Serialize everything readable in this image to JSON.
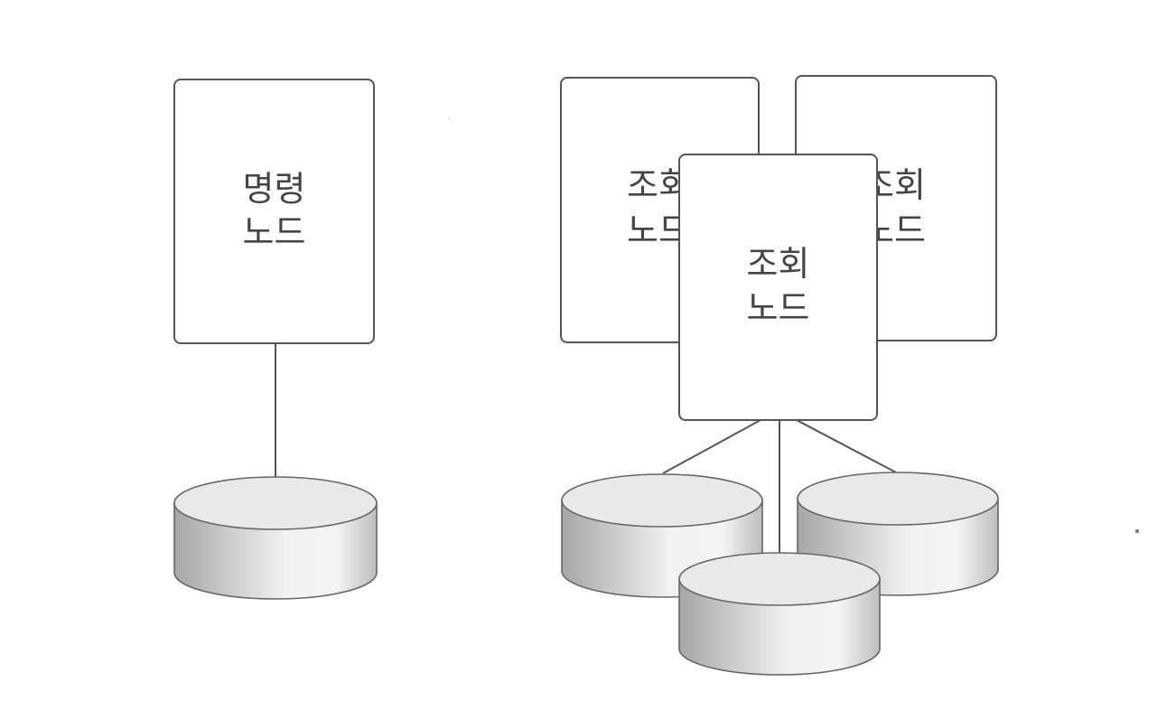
{
  "command_node": {
    "line1": "명령",
    "line2": "노드"
  },
  "query_node_back_left": {
    "line1": "조회",
    "line2": "노드"
  },
  "query_node_back_right": {
    "line1": "조회",
    "line2": "노드"
  },
  "query_node_front": {
    "line1": "조회",
    "line2": "노드"
  },
  "colors": {
    "stroke": "#555555",
    "text": "#444444",
    "db_top": "#e9e9e9",
    "db_side_dark": "#a6a6a6",
    "db_side_light": "#f4f4f4"
  },
  "icons": [
    "database-icon"
  ]
}
